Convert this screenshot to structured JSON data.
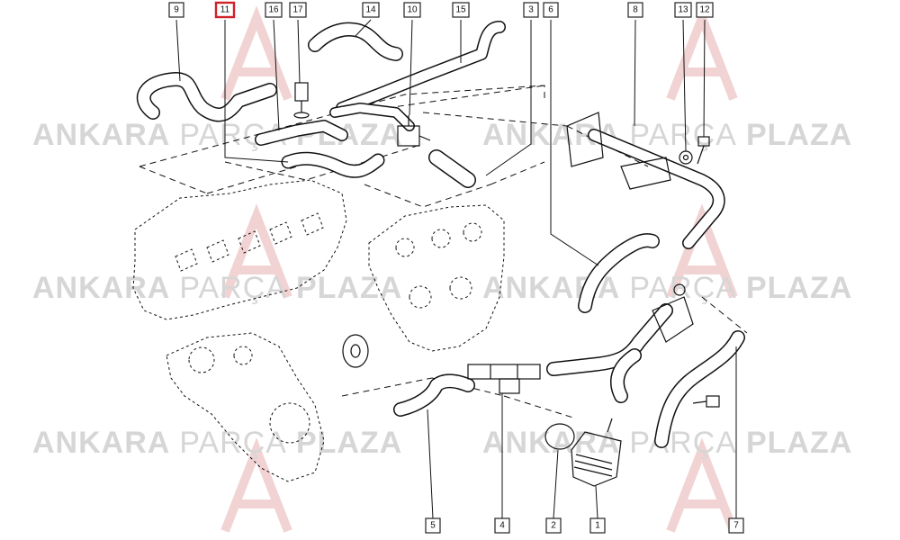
{
  "watermark": {
    "word_bold_1": "ANKARA",
    "word_light": "PARÇA",
    "word_bold_2": "PLAZA"
  },
  "callouts": [
    {
      "label": "9",
      "highlight": false
    },
    {
      "label": "11",
      "highlight": true
    },
    {
      "label": "16",
      "highlight": false
    },
    {
      "label": "17",
      "highlight": false
    },
    {
      "label": "14",
      "highlight": false
    },
    {
      "label": "10",
      "highlight": false
    },
    {
      "label": "15",
      "highlight": false
    },
    {
      "label": "3",
      "highlight": false
    },
    {
      "label": "6",
      "highlight": false
    },
    {
      "label": "8",
      "highlight": false
    },
    {
      "label": "13",
      "highlight": false
    },
    {
      "label": "12",
      "highlight": false
    },
    {
      "label": "5",
      "highlight": false
    },
    {
      "label": "4",
      "highlight": false
    },
    {
      "label": "2",
      "highlight": false
    },
    {
      "label": "1",
      "highlight": false
    },
    {
      "label": "7",
      "highlight": false
    }
  ],
  "colors": {
    "line": "#111111",
    "highlight": "#d0202a",
    "callout_border": "#222222",
    "watermark": "#d6d6d6",
    "hose_fill": "#ffffff"
  }
}
